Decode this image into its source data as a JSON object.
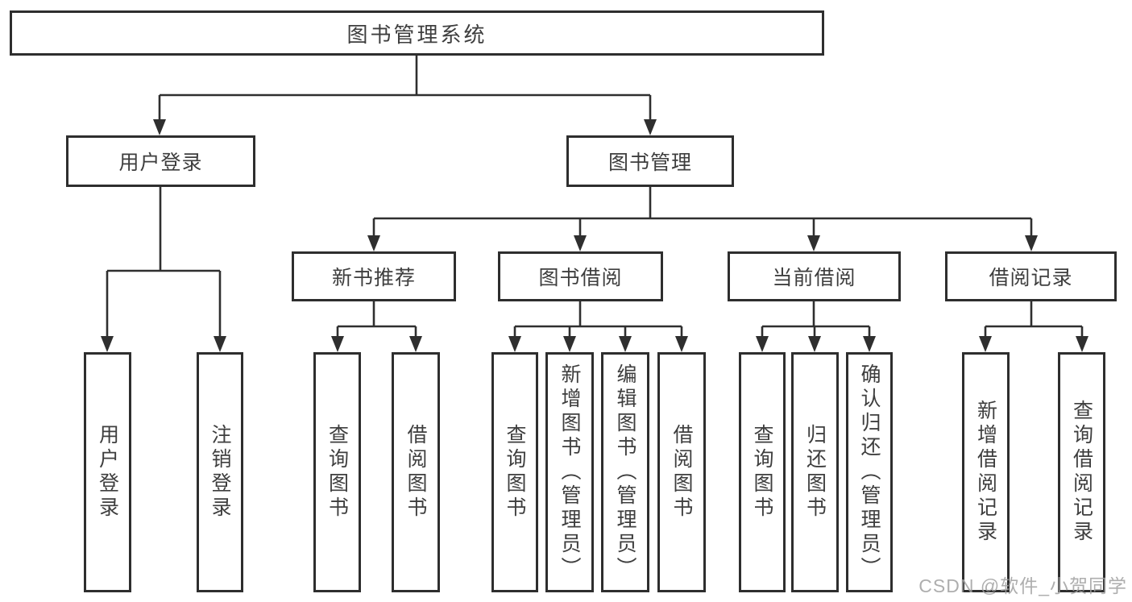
{
  "diagram": {
    "title_node": {
      "id": "library-management-system",
      "label": "图书管理系统"
    },
    "level2": [
      {
        "id": "user-login",
        "label": "用户登录"
      },
      {
        "id": "book-management",
        "label": "图书管理"
      }
    ],
    "level3": [
      {
        "id": "new-book-recommend",
        "label": "新书推荐"
      },
      {
        "id": "book-borrowing",
        "label": "图书借阅"
      },
      {
        "id": "current-borrowing",
        "label": "当前借阅"
      },
      {
        "id": "borrowing-records",
        "label": "借阅记录"
      }
    ],
    "leaves": [
      {
        "id": "leaf-user-login",
        "parent": "用户登录",
        "label": "用户登录"
      },
      {
        "id": "leaf-logout",
        "parent": "用户登录",
        "label": "注销登录"
      },
      {
        "id": "leaf-query-books-1",
        "parent": "新书推荐",
        "label": "查询图书"
      },
      {
        "id": "leaf-borrow-books-1",
        "parent": "新书推荐",
        "label": "借阅图书"
      },
      {
        "id": "leaf-query-books-2",
        "parent": "图书借阅",
        "label": "查询图书"
      },
      {
        "id": "leaf-add-book-admin",
        "parent": "图书借阅",
        "label": "新增图书（管理员）"
      },
      {
        "id": "leaf-edit-book-admin",
        "parent": "图书借阅",
        "label": "编辑图书（管理员）"
      },
      {
        "id": "leaf-borrow-books-2",
        "parent": "图书借阅",
        "label": "借阅图书"
      },
      {
        "id": "leaf-query-books-3",
        "parent": "当前借阅",
        "label": "查询图书"
      },
      {
        "id": "leaf-return-books",
        "parent": "当前借阅",
        "label": "归还图书"
      },
      {
        "id": "leaf-confirm-return-admin",
        "parent": "当前借阅",
        "label": "确认归还（管理员）"
      },
      {
        "id": "leaf-add-borrow-record",
        "parent": "借阅记录",
        "label": "新增借阅记录"
      },
      {
        "id": "leaf-query-borrow-record",
        "parent": "借阅记录",
        "label": "查询借阅记录"
      }
    ],
    "watermark": "CSDN @软件_小贺同学",
    "colors": {
      "line": "#2f2f2f",
      "box_border": "#2e2e2e",
      "text": "#3e3e3e",
      "background": "#ffffff",
      "watermark": "#a0a0a0"
    }
  }
}
